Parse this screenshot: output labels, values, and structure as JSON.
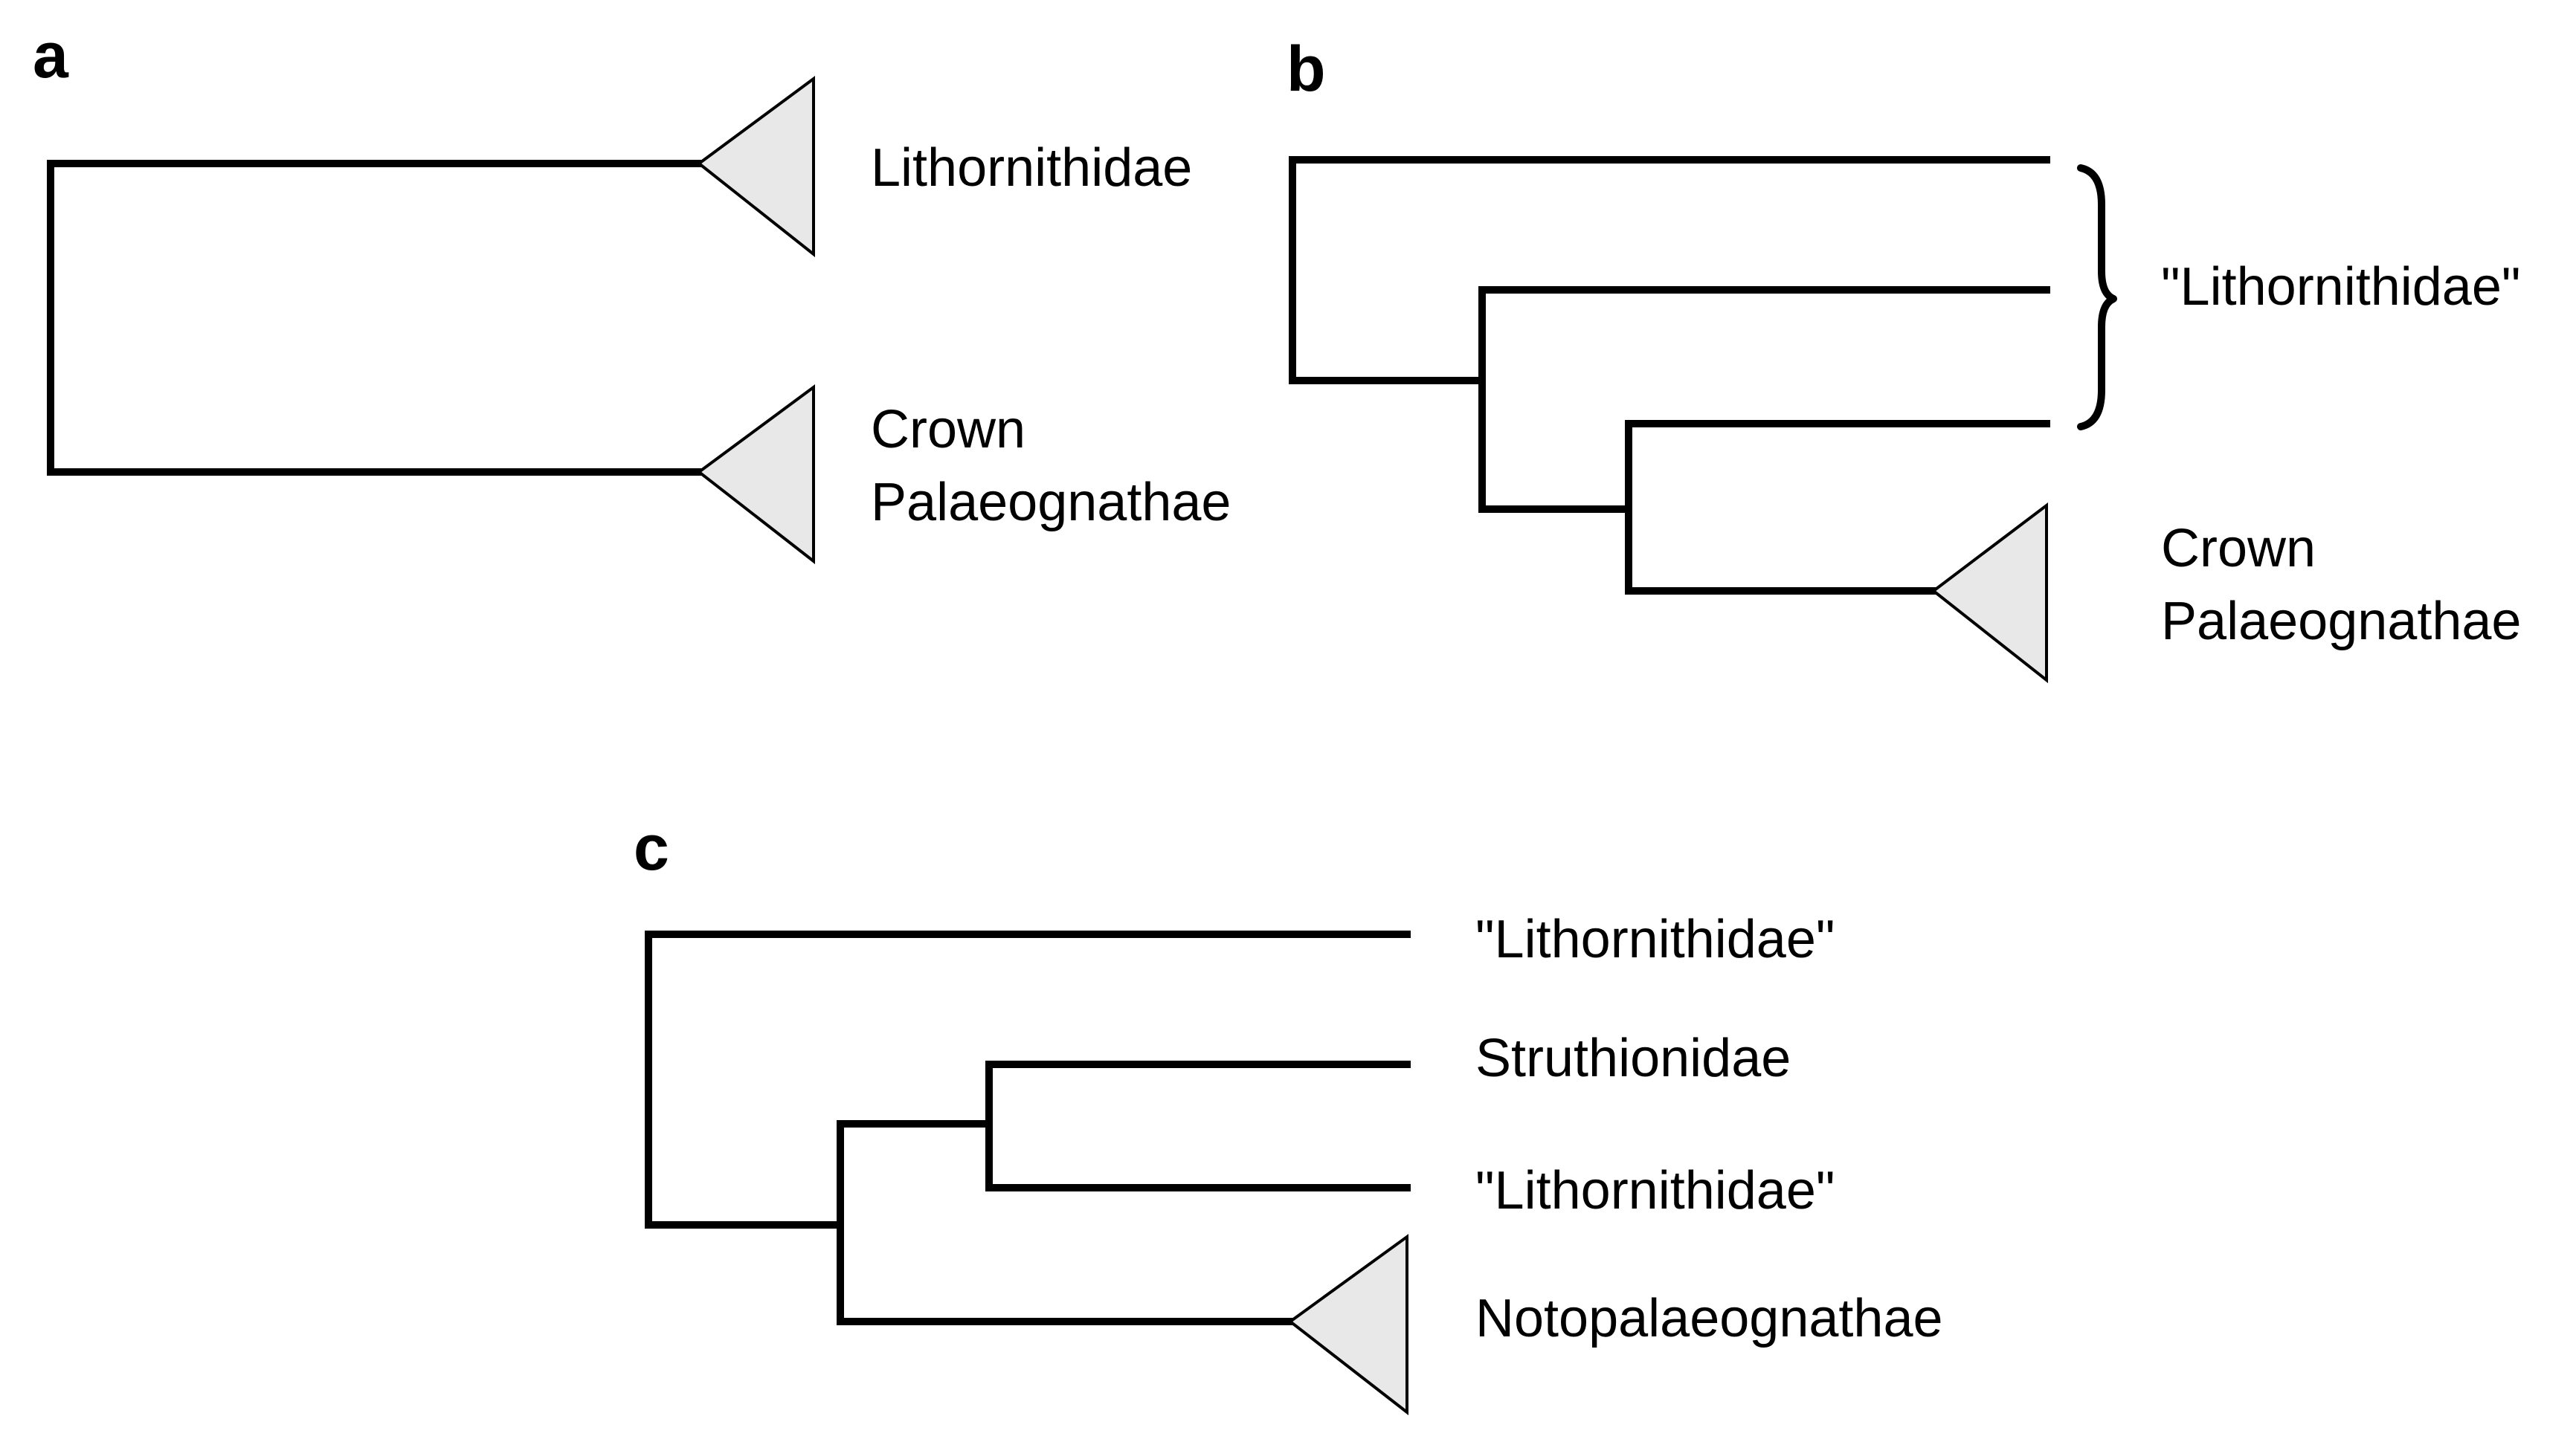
{
  "panels": {
    "a": {
      "letter": "a",
      "taxa": {
        "lithornithidae": "Lithornithidae",
        "crown_line1": "Crown",
        "crown_line2": "Palaeognathae"
      }
    },
    "b": {
      "letter": "b",
      "taxa": {
        "lithornithidae_group": "\"Lithornithidae\"",
        "crown_line1": "Crown",
        "crown_line2": "Palaeognathae"
      }
    },
    "c": {
      "letter": "c",
      "taxa": {
        "lithornithidae_1": "\"Lithornithidae\"",
        "struthionidae": "Struthionidae",
        "lithornithidae_2": "\"Lithornithidae\"",
        "notopalaeognathae": "Notopalaeognathae"
      }
    }
  },
  "colors": {
    "branch": "#000000",
    "clade_fill": "#e8e8e8",
    "background": "#ffffff"
  }
}
